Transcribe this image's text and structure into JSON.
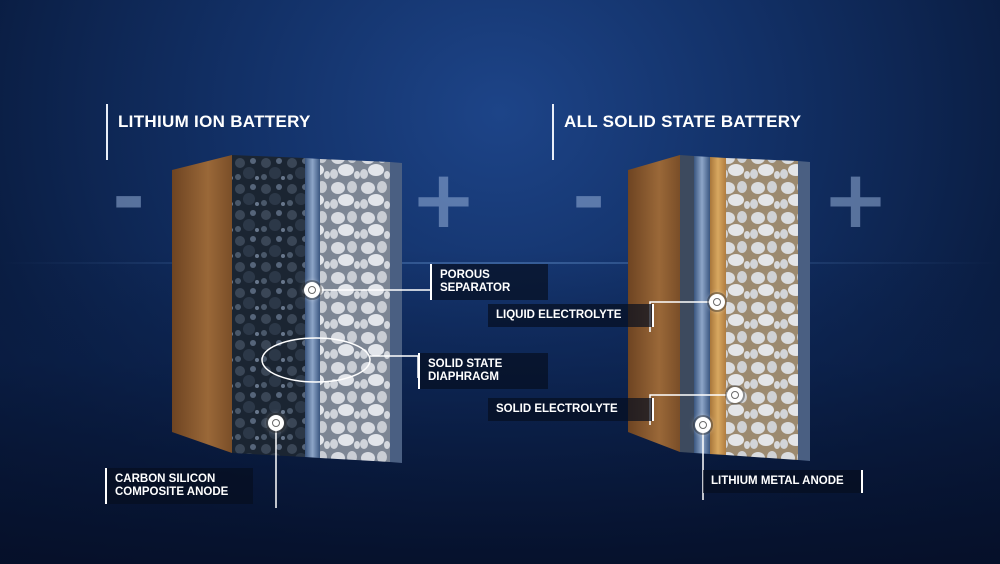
{
  "titles": {
    "left": "LITHIUM ION BATTERY",
    "right": "ALL SOLID STATE BATTERY"
  },
  "signs": {
    "minus": "-",
    "plus": "+"
  },
  "callouts": {
    "porous_separator": "POROUS\nSEPARATOR",
    "solid_state_diaphragm": "SOLID STATE\nDIAPHRAGM",
    "carbon_silicon_anode": "CARBON SILICON\nCOMPOSITE ANODE",
    "liquid_electrolyte": "LIQUID ELECTROLYTE",
    "solid_electrolyte": "SOLID ELECTROLYTE",
    "lithium_metal_anode": "LITHIUM METAL ANODE"
  },
  "colors": {
    "background": "#123066",
    "casing": "#8a5a30",
    "anode_dark": "#1e2836",
    "cathode": "#c8ccd4",
    "separator": "#4a6a96",
    "gold_layer": "#c8924a"
  }
}
